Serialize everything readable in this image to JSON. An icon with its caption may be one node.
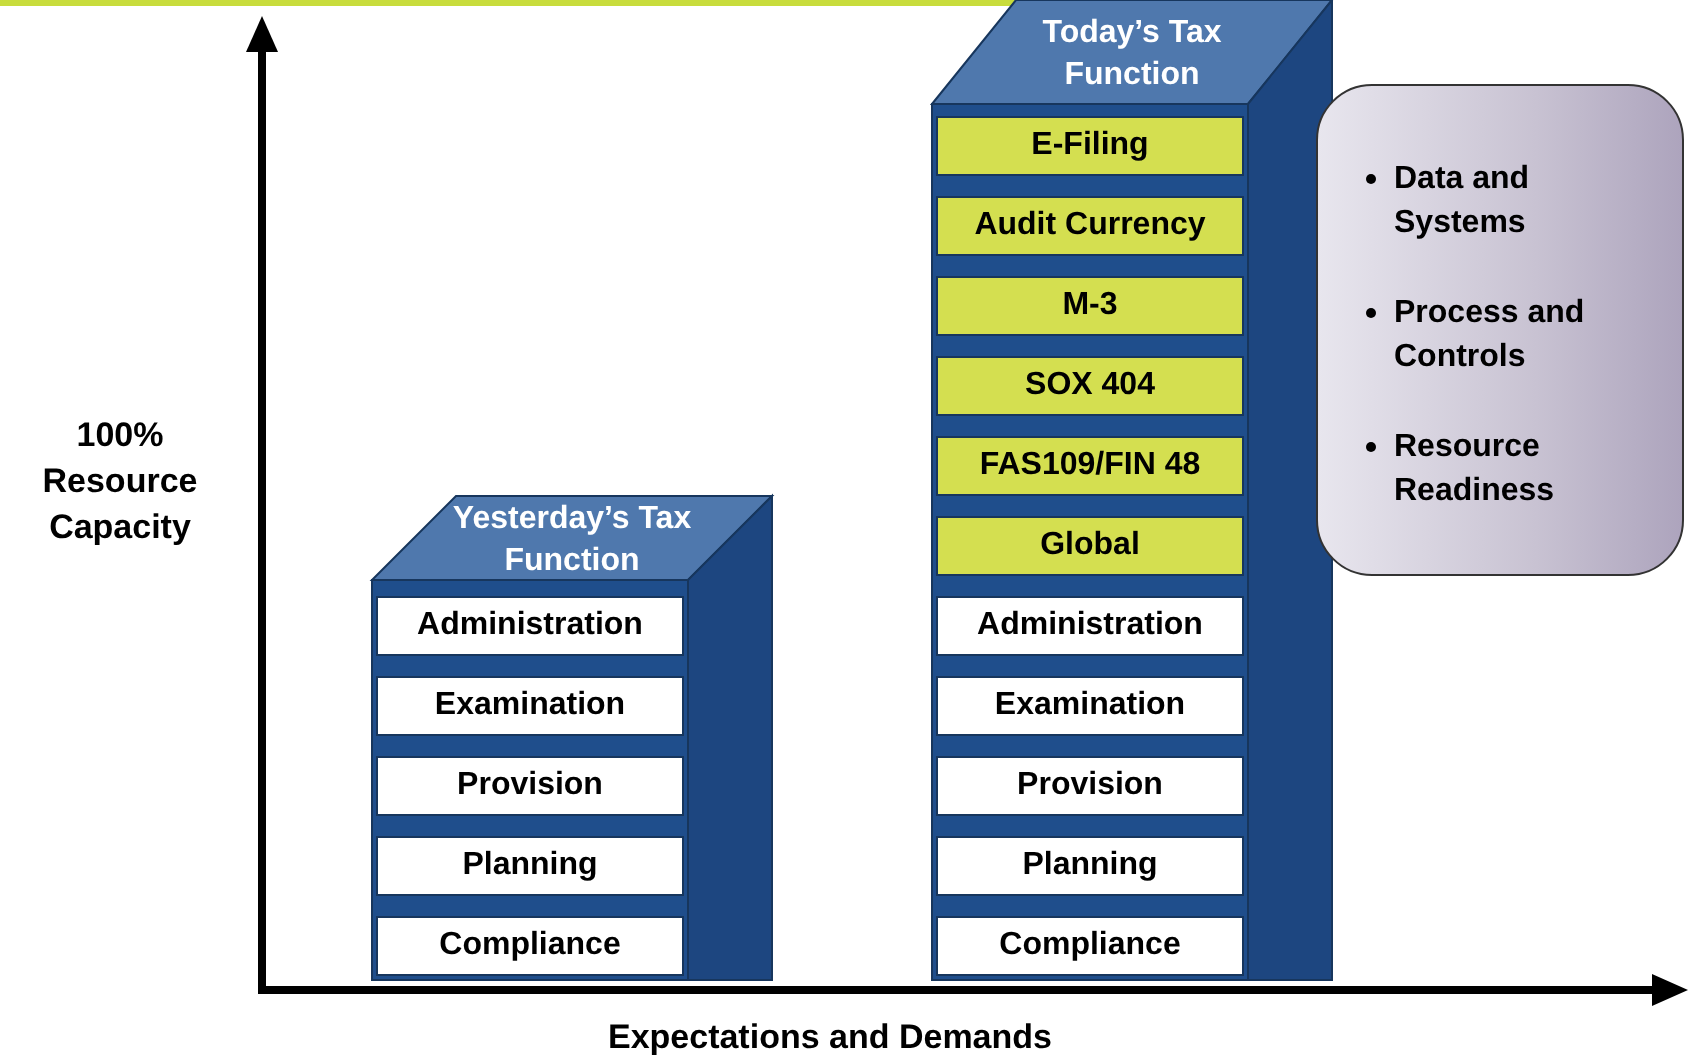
{
  "diagram": {
    "nodes": [
      {
        "text": [
          "Yesterday’s Tax Function"
        ]
      },
      {
        "text": [
          "Administration"
        ],
        "in": 0
      },
      {
        "text": [
          "Examination"
        ],
        "in": 0
      },
      {
        "text": [
          "Provision"
        ],
        "in": 0
      },
      {
        "text": [
          "Planning"
        ],
        "in": 0
      },
      {
        "text": [
          "Compliance"
        ],
        "in": 0
      },
      {
        "text": [
          "Today’s Tax Function"
        ]
      },
      {
        "text": [
          "E-Filing"
        ],
        "in": 6
      },
      {
        "text": [
          "Audit Currency"
        ],
        "in": 6
      },
      {
        "text": [
          "M-3"
        ],
        "in": 6
      },
      {
        "text": [
          "SOX 404"
        ],
        "in": 6
      },
      {
        "text": [
          "FAS109/FIN 48"
        ],
        "in": 6
      },
      {
        "text": [
          "Global"
        ],
        "in": 6
      },
      {
        "text": [
          "Administration"
        ],
        "in": 6
      },
      {
        "text": [
          "Examination"
        ],
        "in": 6
      },
      {
        "text": [
          "Provision"
        ],
        "in": 6
      },
      {
        "text": [
          "Planning"
        ],
        "in": 6
      },
      {
        "text": [
          "Compliance"
        ],
        "in": 6
      },
      {
        "text": [
          "Data and Systems",
          "Process and Controls",
          "Resource Readiness"
        ]
      }
    ],
    "labels": [
      "100% Resource Capacity",
      "Expectations and Demands"
    ]
  }
}
